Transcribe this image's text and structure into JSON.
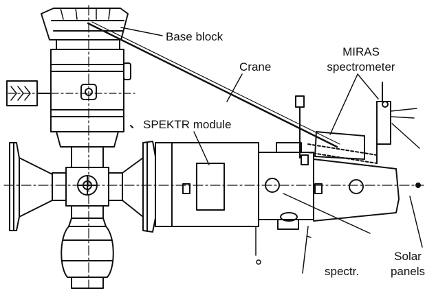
{
  "labels": {
    "base_block": "Base block",
    "crane": "Crane",
    "miras_line1": "MIRAS",
    "miras_line2": "spectrometer",
    "spektr_module": "SPEKTR module",
    "solar_line1": "Solar",
    "solar_line2": "panels",
    "spectr": "spectr."
  },
  "colors": {
    "ink": "#111111",
    "background": "#ffffff"
  }
}
